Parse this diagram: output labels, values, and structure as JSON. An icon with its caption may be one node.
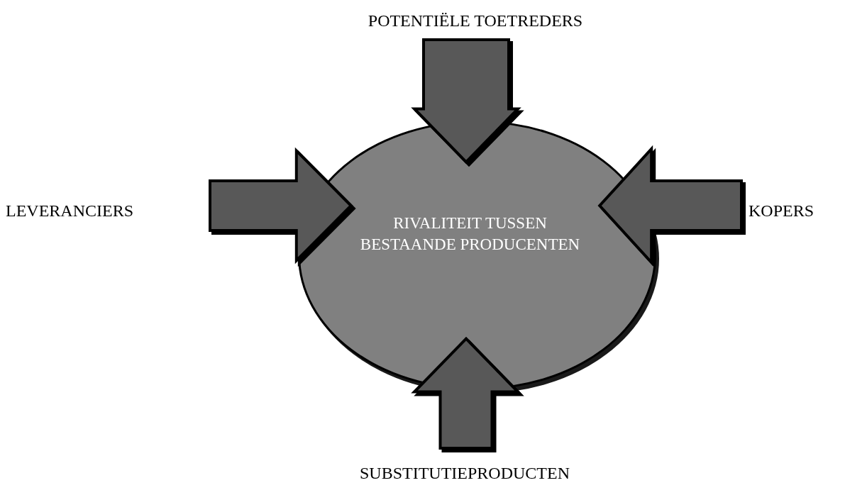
{
  "diagram": {
    "nodes": [
      {
        "text": [
          "RIVALITEIT TUSSEN BESTAANDE PRODUCENTEN"
        ]
      },
      {
        "text": [
          "POTENTIËLE TOETREDERS"
        ]
      },
      {
        "text": [
          "LEVERANCIERS"
        ]
      },
      {
        "text": [
          "KOPERS"
        ]
      },
      {
        "text": [
          "SUBSTITUTIEPRODUCTEN"
        ]
      }
    ],
    "edges": [
      {
        "from": 1,
        "to": 0,
        "arrow": "to",
        "style": "thick"
      },
      {
        "from": 2,
        "to": 0,
        "arrow": "to",
        "style": "thick"
      },
      {
        "from": 3,
        "to": 0,
        "arrow": "to",
        "style": "thick"
      },
      {
        "from": 4,
        "to": 0,
        "arrow": "to",
        "style": "thick"
      }
    ]
  }
}
